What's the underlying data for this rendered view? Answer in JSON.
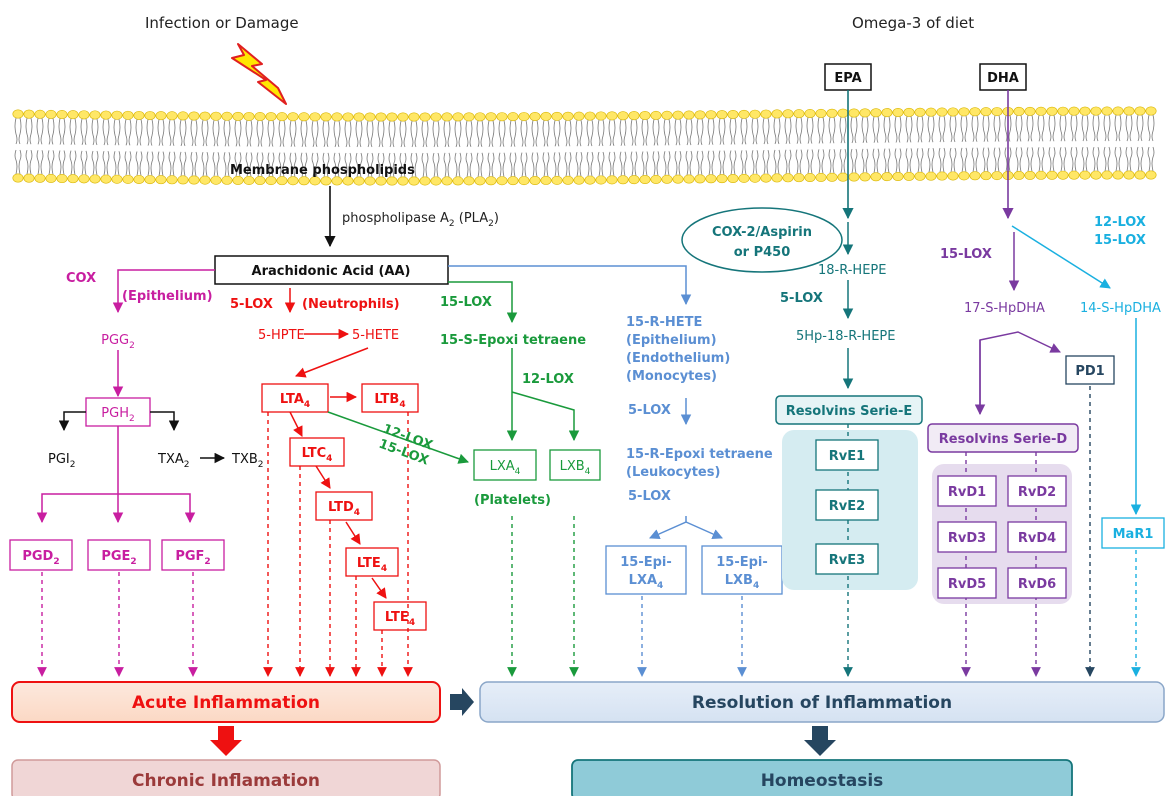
{
  "colors": {
    "magenta": "#c81ea0",
    "red": "#ee1111",
    "green": "#1a9a3c",
    "blue": "#5b8fd3",
    "teal": "#15757a",
    "purple": "#7a3aa0",
    "cyan": "#1ab0e0",
    "navy": "#264660"
  },
  "top": {
    "infection": "Infection or Damage",
    "omega3": "Omega-3 of diet",
    "epa": "EPA",
    "dha": "DHA",
    "membrane": "Membrane phospholipids"
  },
  "aa": {
    "pla2_main": "phospholipase A",
    "pla2_sub": "2",
    "pla2_mid": " (PLA",
    "pla2_sub2": "2",
    "pla2_end": ")",
    "aa_label": "Arachidonic Acid (AA)"
  },
  "cox": {
    "cox": "COX",
    "epithelium": "(Epithelium)",
    "pgg": "PGG",
    "pgh": "PGH",
    "pgi": "PGI",
    "txa": "TXA",
    "txb": "TXB",
    "pgd": "PGD",
    "pge": "PGE",
    "pgf": "PGF",
    "sub2": "2"
  },
  "lox5": {
    "label": "5-LOX",
    "neutrophils": "(Neutrophils)",
    "hpte": "5-HPTE",
    "hete": "5-HETE",
    "lta": "LTA",
    "ltb": "LTB",
    "ltc": "LTC",
    "ltd": "LTD",
    "lte": "LTE",
    "sub4": "4",
    "lox12": "12-LOX",
    "lox15": "15-LOX"
  },
  "lox15": {
    "label": "15-LOX",
    "epoxi": "15-S-Epoxi tetraene",
    "lox12": "12-LOX",
    "lxa": "LXA",
    "lxb": "LXB",
    "sub4": "4",
    "platelets": "(Platelets)"
  },
  "cox2": {
    "label_line1": "COX-2/Aspirin",
    "label_line2": "or P450",
    "rhete": "15-R-HETE",
    "epithelium": "(Epithelium)",
    "endothelium": "(Endothelium)",
    "monocytes": "(Monocytes)",
    "lox5a": "5-LOX",
    "repoxi": "15-R-Epoxi tetraene",
    "leukocytes": "(Leukocytes)",
    "lox5b": "5-LOX",
    "epi_prefix": "15-Epi-",
    "epi_lxa": "LXA",
    "epi_lxb": "LXB",
    "sub4": "4"
  },
  "epa": {
    "hepe": "18-R-HEPE",
    "lox5": "5-LOX",
    "hphepe": "5Hp-18-R-HEPE",
    "serie_e": "Resolvins Serie-E",
    "rve1": "RvE1",
    "rve2": "RvE2",
    "rve3": "RvE3"
  },
  "dha": {
    "lox15": "15-LOX",
    "lox12": "12-LOX",
    "lox15b": "15-LOX",
    "hpdha17": "17-S-HpDHA",
    "hpdha14": "14-S-HpDHA",
    "pd1": "PD1",
    "serie_d": "Resolvins Serie-D",
    "rvd1": "RvD1",
    "rvd2": "RvD2",
    "rvd3": "RvD3",
    "rvd4": "RvD4",
    "rvd5": "RvD5",
    "rvd6": "RvD6",
    "mar1": "MaR1"
  },
  "bottom": {
    "acute": "Acute Inflammation",
    "resolution": "Resolution of Inflammation",
    "chronic": "Chronic Inflamation",
    "homeostasis": "Homeostasis"
  }
}
